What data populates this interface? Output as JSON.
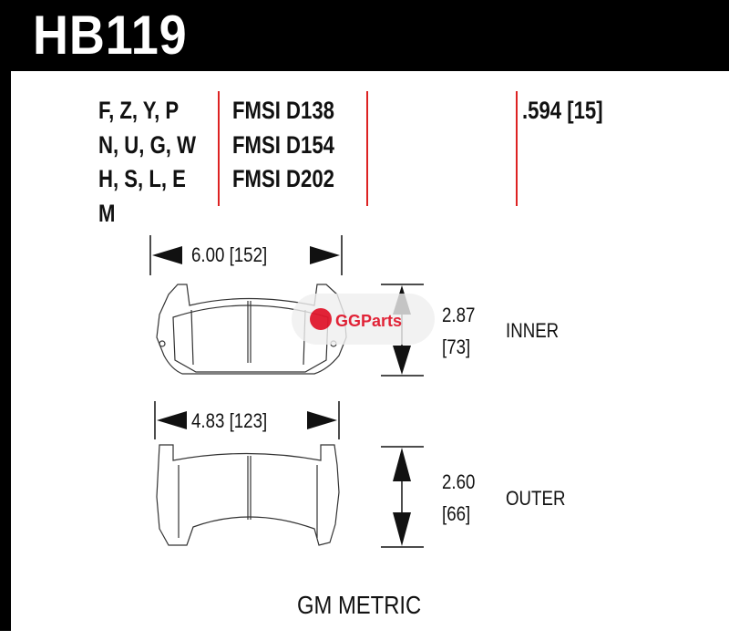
{
  "header": {
    "part_number": "HB119"
  },
  "compounds": [
    "F, Z, Y, P",
    "N, U, G, W",
    "H, S, L, E",
    "M"
  ],
  "fmsi": [
    "FMSI D138",
    "FMSI D154",
    "FMSI D202"
  ],
  "thickness": ".594 [15]",
  "inner": {
    "width": "6.00 [152]",
    "height_in": "2.87",
    "height_mm": "[73]",
    "label": "INNER"
  },
  "outer": {
    "width": "4.83 [123]",
    "height_in": "2.60",
    "height_mm": "[66]",
    "label": "OUTER"
  },
  "footer": "GM METRIC",
  "watermark": "GGParts",
  "colors": {
    "accent_red": "#d22222"
  }
}
